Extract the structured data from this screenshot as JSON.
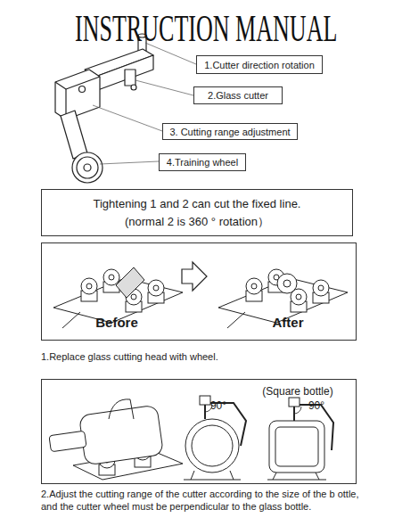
{
  "diagram": {
    "title": "INSTRUCTION MANUAL",
    "nodes": [
      {
        "text": [
          "1.Cutter direction rotation"
        ]
      },
      {
        "text": [
          "2.Glass cutter"
        ]
      },
      {
        "text": [
          "3. Cutting range adjustment"
        ]
      },
      {
        "text": [
          "4.Training wheel"
        ]
      },
      {
        "text": [
          "Tightening 1 and 2 can cut the fixed line.",
          "(normal 2 is 360 ° rotation）"
        ]
      },
      {
        "text": [
          "Before",
          "After"
        ]
      },
      {
        "text": [
          "(Square bottle)",
          "90°",
          "90°"
        ]
      }
    ],
    "labels": [
      "1.Replace glass cutting head with wheel.",
      "2.Adjust the cutting range of the cutter according to the size of the b ottle, and the cutter wheel must be perpendicular to the glass bottle."
    ]
  }
}
